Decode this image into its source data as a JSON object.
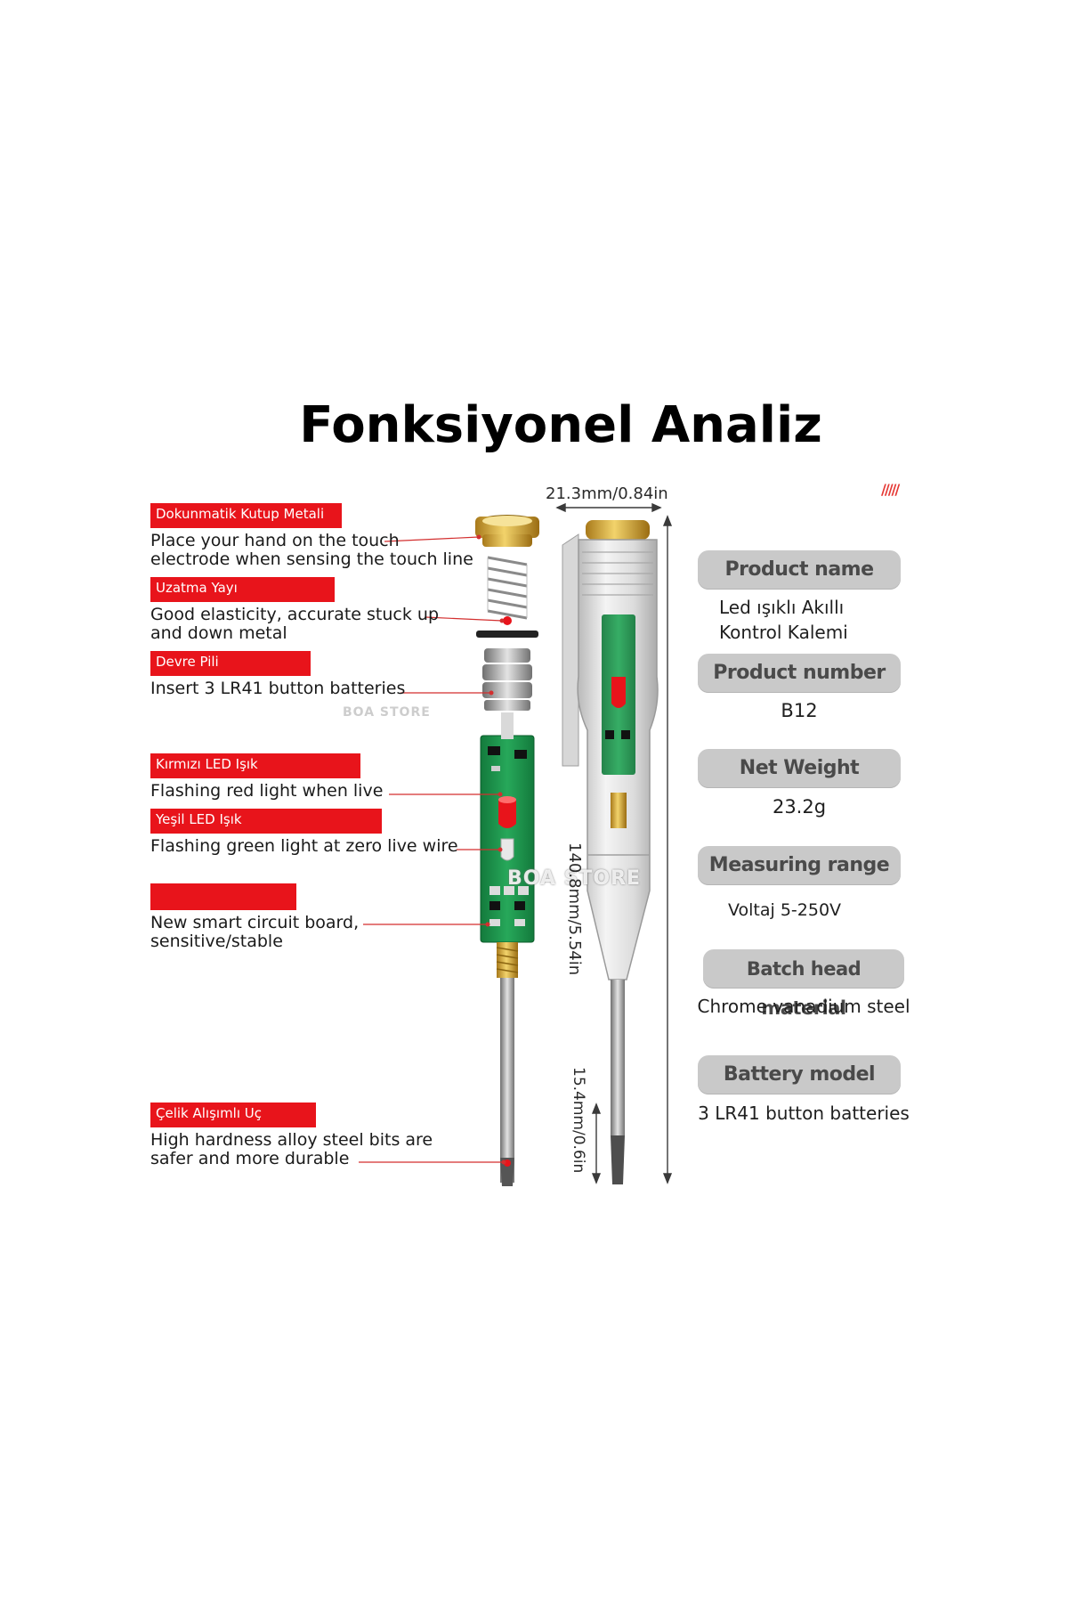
{
  "title": "Fonksiyonel Analiz",
  "decoration": "/////",
  "components": [
    {
      "tag": "Dokunmatik Kutup Metali",
      "description": "Place your hand on the touch\nelectrode when sensing the touch line"
    },
    {
      "tag": "Uzatma Yayı",
      "description": "Good elasticity, accurate stuck up\nand down metal"
    },
    {
      "tag": "Devre Pili",
      "description": "Insert 3 LR41 button batteries"
    },
    {
      "tag": "Kırmızı LED Işık",
      "description": "Flashing red light when live"
    },
    {
      "tag": "Yeşil LED Işık",
      "description": "Flashing green light at zero live wire"
    },
    {
      "tag": "",
      "description": "New smart circuit board,\nsensitive/stable"
    },
    {
      "tag": "Çelik Alışımlı Uç",
      "description": "High hardness alloy steel bits are\nsafer and more durable"
    }
  ],
  "dimensions": {
    "width": "21.3mm/0.84in",
    "length": "140.8mm/5.54in",
    "tip": "15.4mm/0.6in"
  },
  "watermarks": [
    "BOA STORE",
    "BOA STORE"
  ],
  "specs": [
    {
      "label": "Product name",
      "value": "Led ışıklı Akıllı\nKontrol Kalemi"
    },
    {
      "label": "Product number",
      "value": "B12"
    },
    {
      "label": "Net Weight",
      "value": "23.2g"
    },
    {
      "label": "Measuring range",
      "value": "Voltaj 5-250V"
    },
    {
      "label": "Batch head material",
      "value": "Chrome vanadium steel"
    },
    {
      "label": "Battery model",
      "value": "3 LR41 button batteries"
    }
  ],
  "colors": {
    "accent": "#e8141b",
    "label_bg": "#c9c9c9",
    "pcb_green": "#1c8f4a",
    "gold": "#d4a52a"
  }
}
